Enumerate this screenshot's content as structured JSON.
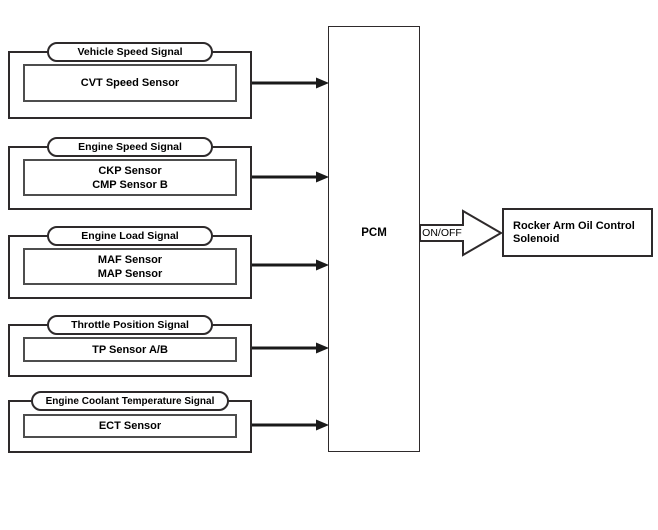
{
  "diagram": {
    "inputs": [
      {
        "signal": "Vehicle Speed Signal",
        "sensors": "CVT Speed Sensor"
      },
      {
        "signal": "Engine Speed Signal",
        "sensors": "CKP Sensor\nCMP Sensor B"
      },
      {
        "signal": "Engine Load Signal",
        "sensors": "MAF Sensor\nMAP Sensor"
      },
      {
        "signal": "Throttle Position Signal",
        "sensors": "TP Sensor A/B"
      },
      {
        "signal": "Engine Coolant Temperature Signal",
        "sensors": "ECT Sensor"
      }
    ],
    "controller": {
      "label": "PCM"
    },
    "output": {
      "signal": "ON/OFF",
      "actuator": "Rocker Arm Oil Control\nSolenoid"
    },
    "colors": {
      "line": "#1a1a1a",
      "box_border": "#2e2a2b",
      "background": "#ffffff",
      "text": "#000000"
    }
  }
}
